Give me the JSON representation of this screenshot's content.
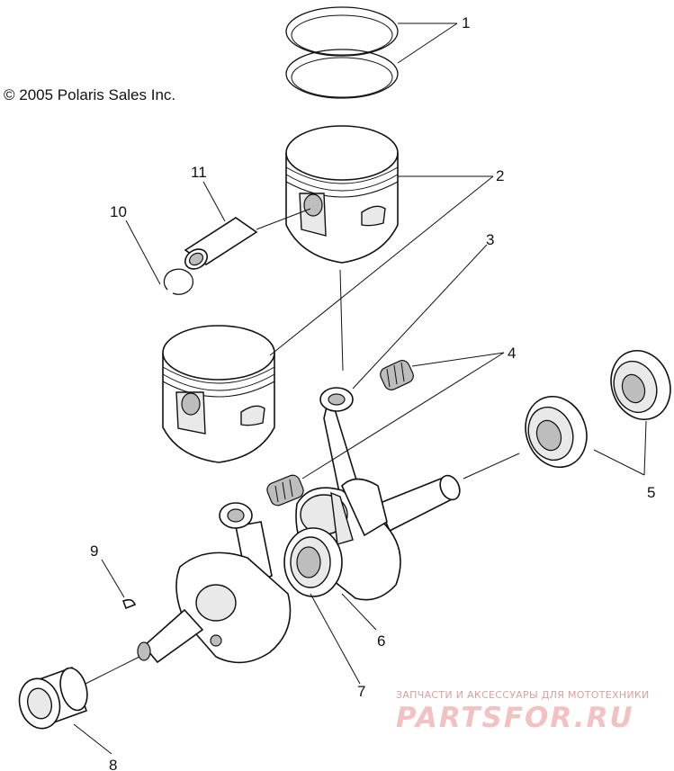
{
  "copyright": "© 2005 Polaris Sales Inc.",
  "callouts": [
    {
      "id": "1",
      "label": "1"
    },
    {
      "id": "2",
      "label": "2"
    },
    {
      "id": "3",
      "label": "3"
    },
    {
      "id": "4",
      "label": "4"
    },
    {
      "id": "5",
      "label": "5"
    },
    {
      "id": "6",
      "label": "6"
    },
    {
      "id": "7",
      "label": "7"
    },
    {
      "id": "8",
      "label": "8"
    },
    {
      "id": "9",
      "label": "9"
    },
    {
      "id": "10",
      "label": "10"
    },
    {
      "id": "11",
      "label": "11"
    }
  ],
  "watermark": {
    "subtitle": "ЗАПЧАСТИ И АКСЕССУАРЫ ДЛЯ МОТОТЕХНИКИ",
    "brand": "PARTSFOR.RU",
    "color": "#e88080"
  }
}
